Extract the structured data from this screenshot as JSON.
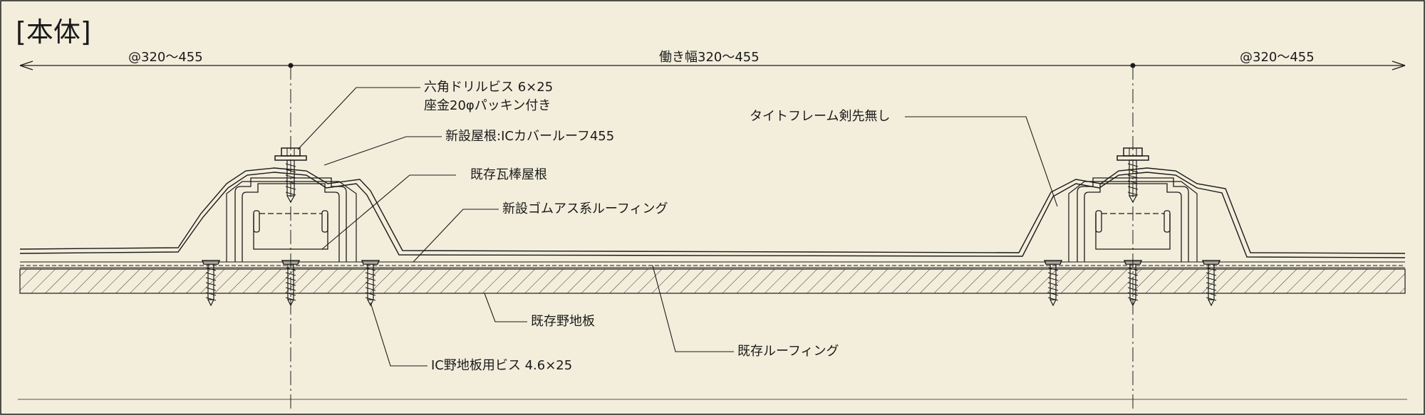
{
  "title": "[本体]",
  "dimensions": {
    "left": "@320～455",
    "center": "働き幅320～455",
    "right": "@320～455"
  },
  "labels": {
    "screw_line1": "六角ドリルビス 6×25",
    "screw_line2": "座金20φパッキン付き",
    "new_roof": "新設屋根:ICカバールーフ455",
    "existing_tile_ridge": "既存瓦棒屋根",
    "rubber_roofing": "新設ゴムアス系ルーフィング",
    "tight_frame": "タイトフレーム剣先無し",
    "existing_sheathing": "既存野地板",
    "existing_roofing": "既存ルーフィング",
    "sheathing_screw": "IC野地板用ビス 4.6×25"
  },
  "colors": {
    "background": "#f3eedc",
    "line": "#1a1a1a"
  }
}
